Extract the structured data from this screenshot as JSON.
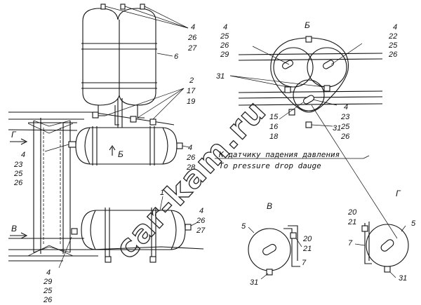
{
  "views": {
    "b": "Б",
    "v": "В",
    "g": "Г"
  },
  "section_marks": {
    "g": "Г",
    "b": "Б",
    "v": "В"
  },
  "note": {
    "ru": "К датчику падения давления",
    "en": "To pressure drop dauge"
  },
  "watermark": "car-kam.ru",
  "callouts": {
    "top_tanks": [
      "4",
      "26",
      "27"
    ],
    "top_tank_body": "6",
    "top_tank_straps": [
      "2",
      "17",
      "19"
    ],
    "mid_left": [
      "4",
      "23",
      "25",
      "26"
    ],
    "mid_right": [
      "4",
      "26",
      "28"
    ],
    "lower_tank": "1",
    "lower_right": [
      "4",
      "26",
      "27"
    ],
    "bottom_left": [
      "4",
      "29",
      "25",
      "26"
    ],
    "b_left": [
      "4",
      "25",
      "26",
      "29"
    ],
    "b_right": [
      "4",
      "22",
      "25",
      "26"
    ],
    "b_31_left": "31",
    "b_lower": [
      "15",
      "16",
      "18"
    ],
    "b_lower_right": [
      "4",
      "23",
      "25",
      "26"
    ],
    "b_31_bottom": "31",
    "v_5": "5",
    "v_20_21": [
      "20",
      "21"
    ],
    "v_7": "7",
    "v_31": "31",
    "g_20_21": [
      "20",
      "21"
    ],
    "g_5": "5",
    "g_7": "7",
    "g_31": "31"
  }
}
